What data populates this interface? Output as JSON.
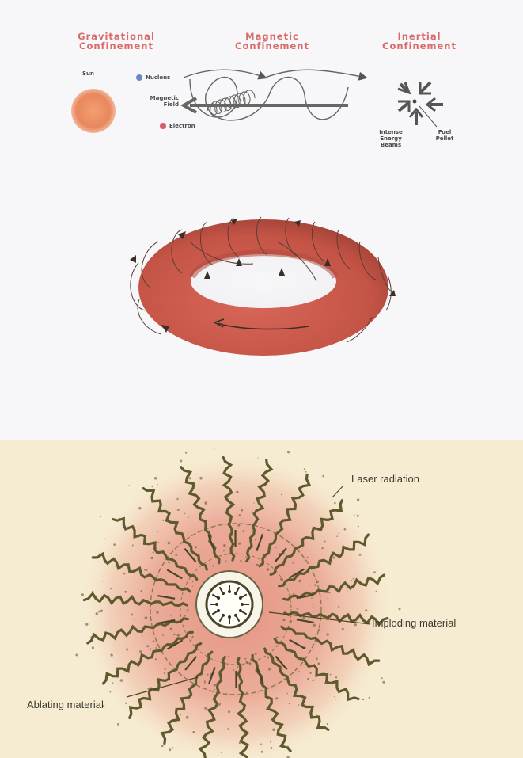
{
  "confinement": {
    "gravitational": {
      "title": "Gravitational\nConfinement",
      "sun_label": "Sun"
    },
    "magnetic": {
      "title": "Magnetic\nConfinement",
      "nucleus_label": "Nucleus",
      "field_label": "Magnetic\nField",
      "electron_label": "Electron"
    },
    "inertial": {
      "title": "Inertial\nConfinement",
      "beams_label": "Intense\nEnergy\nBeams",
      "pellet_label": "Fuel\nPellet"
    }
  },
  "pellet_diagram": {
    "laser_label": "Laser radiation",
    "imploding_label": "Imploding material",
    "ablating_label": "Ablating material"
  },
  "colors": {
    "title_red": "#d96b6b",
    "sun": "#e8875e",
    "torus": "#c95a4e",
    "laser": "#5e5a2e",
    "plasma": "#e9a090",
    "background_top": "#f7f7f9",
    "background_bottom": "#f6ecd2"
  }
}
